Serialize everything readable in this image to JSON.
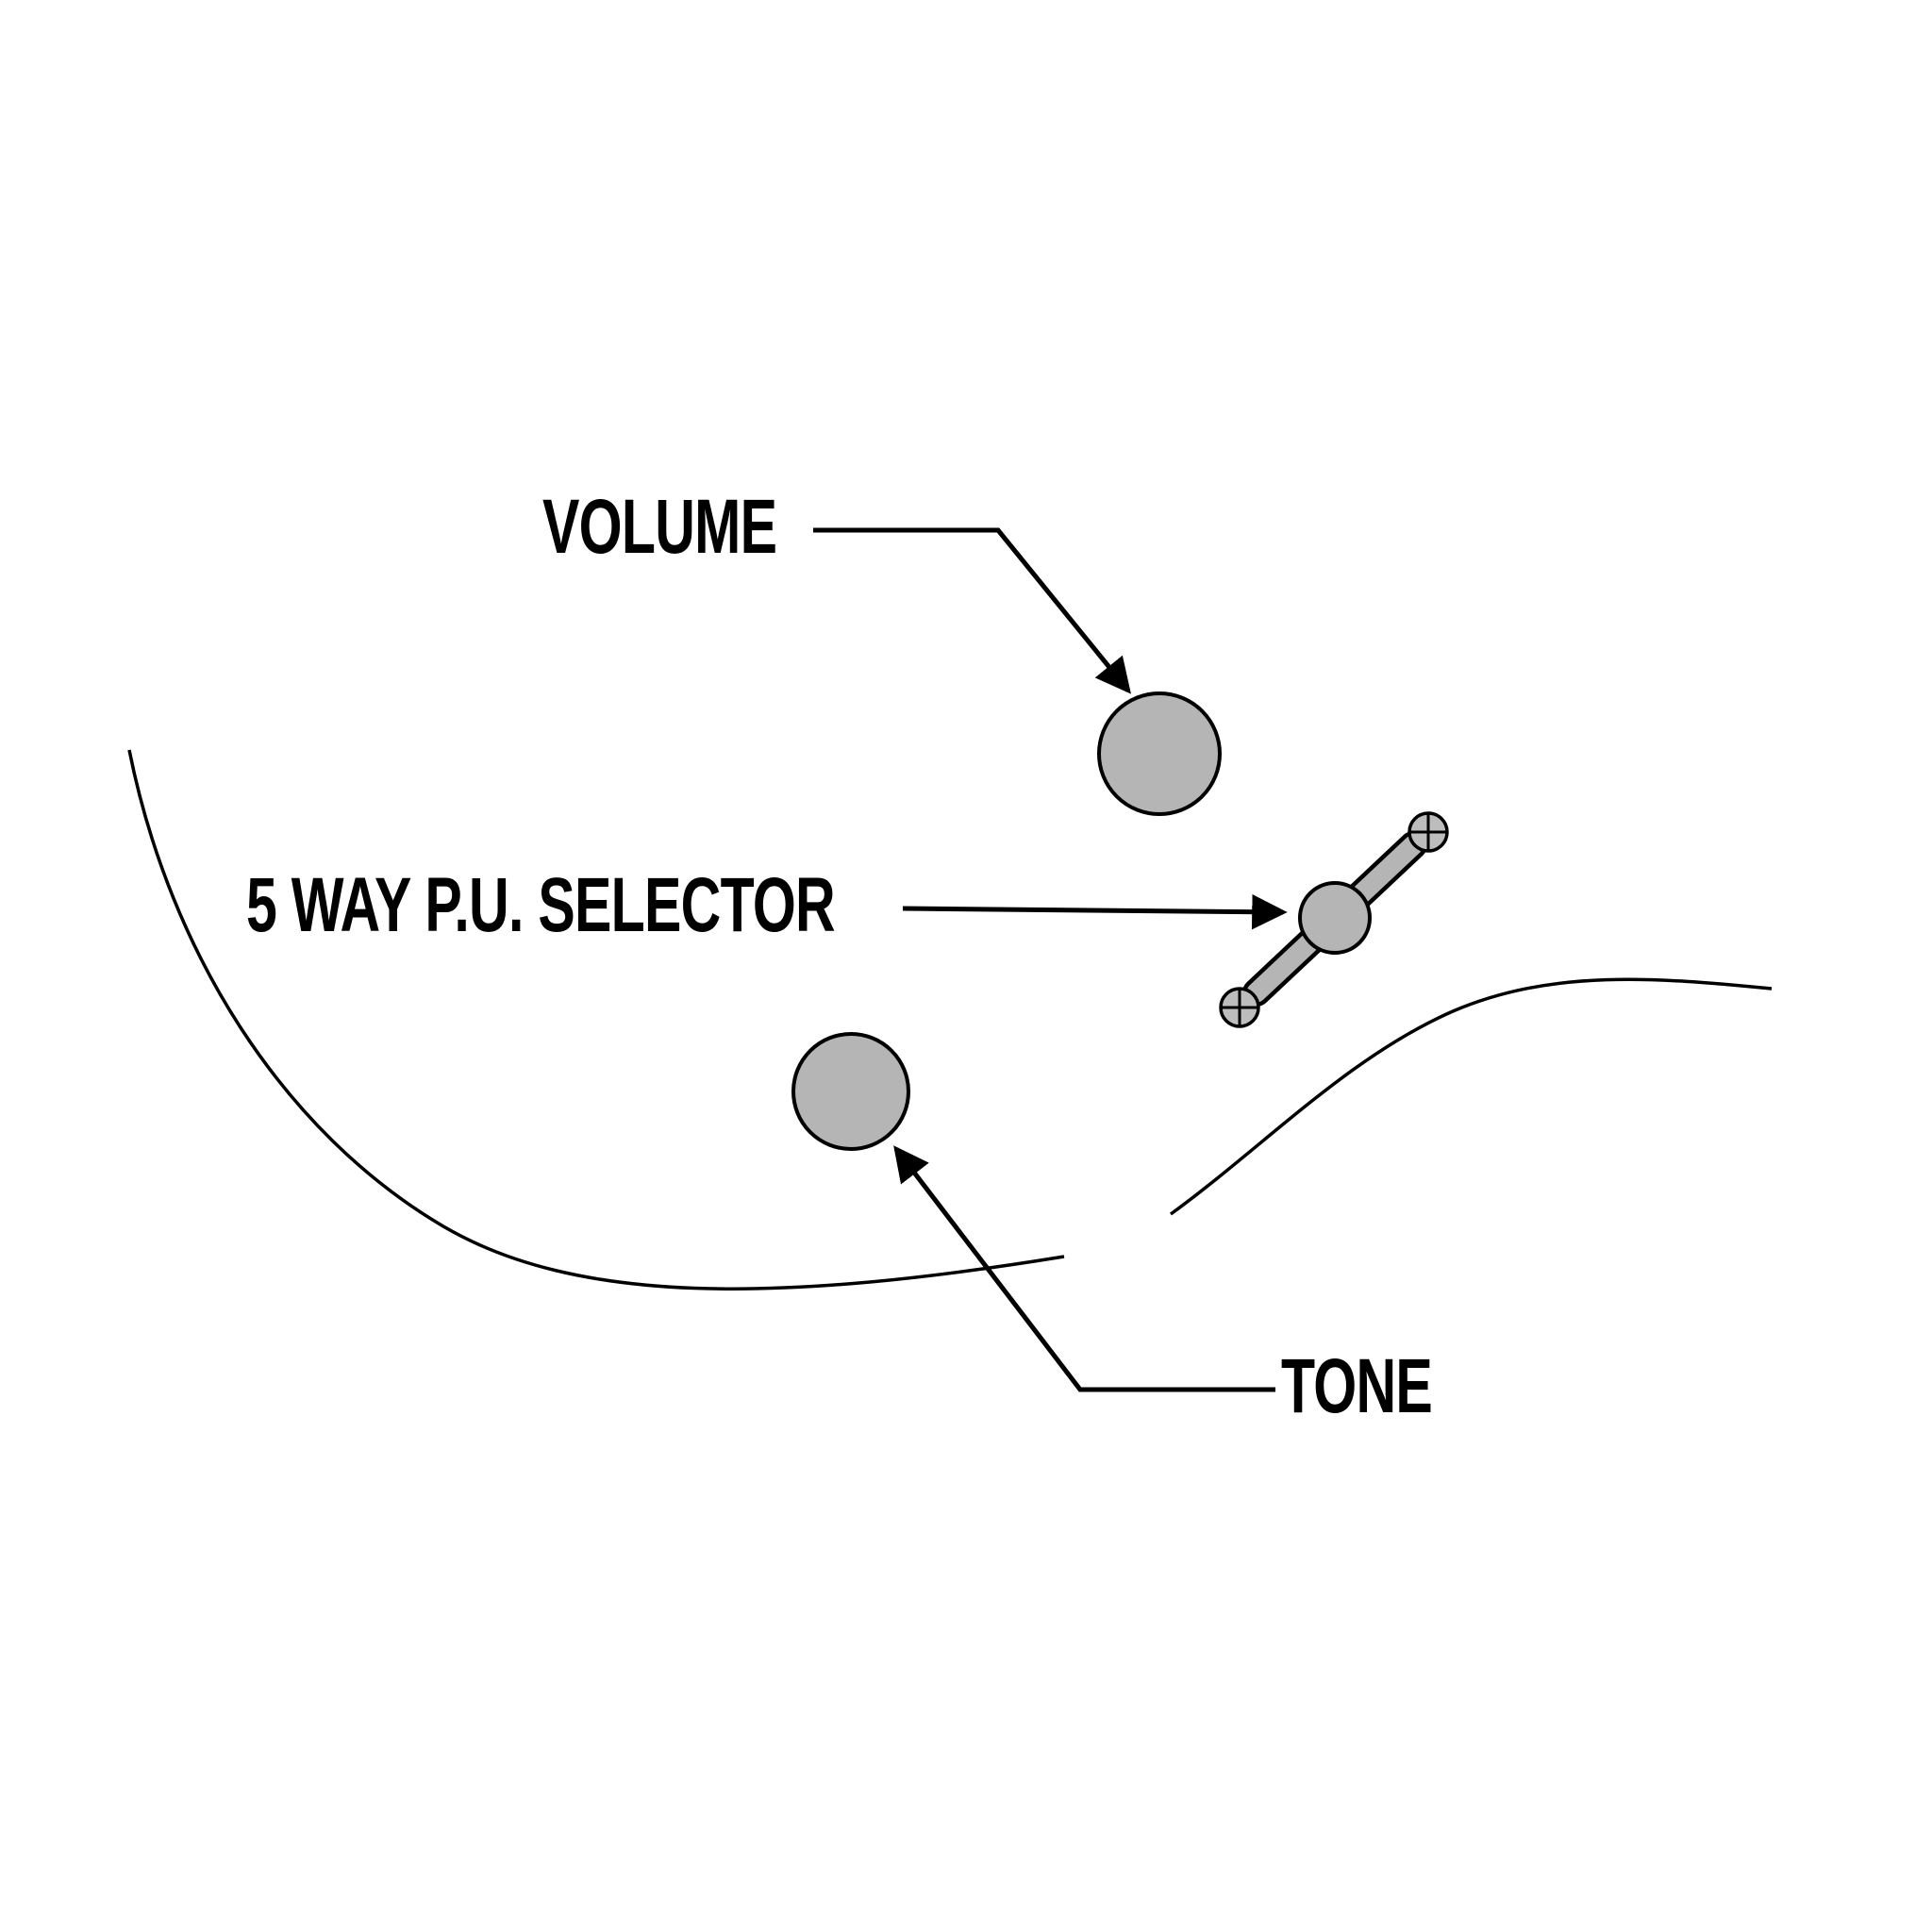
{
  "diagram": {
    "labels": {
      "volume": "VOLUME",
      "selector": "5 WAY P.U. SELECTOR",
      "tone": "TONE"
    },
    "colors": {
      "background": "#ffffff",
      "text": "#000000",
      "line": "#000000",
      "knob_fill": "#b5b5b5",
      "lever_fill": "#b5b5b5",
      "screw_fill": "#bdbdbd"
    }
  }
}
